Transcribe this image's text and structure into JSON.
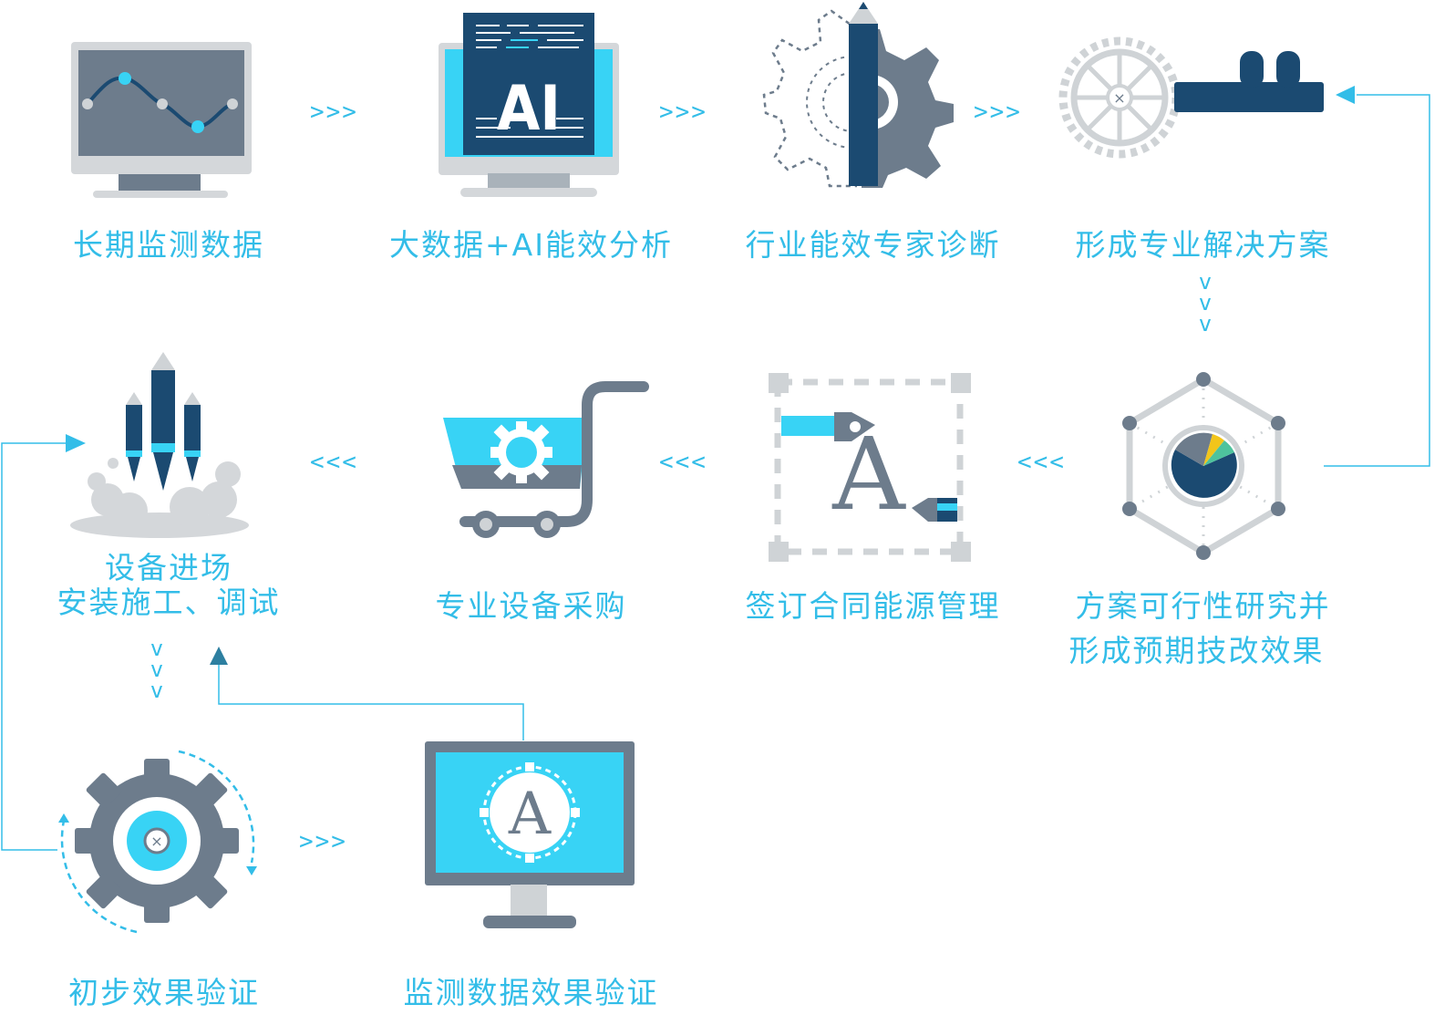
{
  "colors": {
    "accent": "#33bde8",
    "navy": "#1b4a71",
    "slate": "#6d7c8c",
    "light_gray": "#cfd3d6",
    "cyan": "#38d3f5"
  },
  "steps": [
    {
      "label": "长期监测数据",
      "icon": "monitor-chart-icon"
    },
    {
      "label": "大数据+AI能效分析",
      "icon": "ai-monitor-icon"
    },
    {
      "label": "行业能效专家诊断",
      "icon": "gear-pencil-icon"
    },
    {
      "label": "形成专业解决方案",
      "icon": "gear-key-icon"
    },
    {
      "label": "方案可行性研究并",
      "label2": "形成预期技改效果",
      "icon": "hexagon-pie-icon"
    },
    {
      "label": "签订合同能源管理",
      "icon": "pen-letter-icon"
    },
    {
      "label": "专业设备采购",
      "icon": "shopping-cart-icon"
    },
    {
      "label": "设备进场",
      "label2": "安装施工、调试",
      "icon": "rocket-launch-icon"
    },
    {
      "label": "初步效果验证",
      "icon": "rotating-gear-icon"
    },
    {
      "label": "监测数据效果验证",
      "icon": "letter-monitor-icon"
    }
  ],
  "arrows": {
    "right": ">>>",
    "left": "<<<",
    "down": [
      "v",
      "v",
      "v"
    ]
  }
}
